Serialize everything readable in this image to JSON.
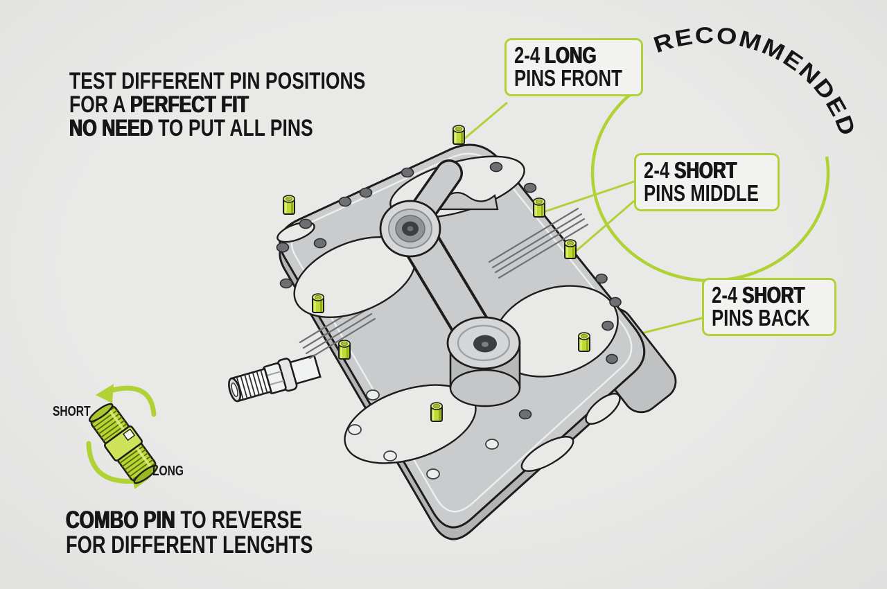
{
  "colors": {
    "background": "#e9e9e8",
    "accent": "#b0d235",
    "text": "#161616",
    "box-bg": "#f2f2f0",
    "outline": "#1d1d1b",
    "pin-body": "#bfda35",
    "pin-top": "#e0ee82",
    "pedal-top": "#c9cbcd",
    "pedal-wall": "#b2b4b6"
  },
  "headline": {
    "line1": "TEST DIFFERENT PIN POSITIONS",
    "line2_regular": "FOR A",
    "line2_heavy": "PERFECT FIT",
    "line3_heavy": "NO NEED",
    "line3_regular": "TO PUT ALL PINS"
  },
  "labels": {
    "front": {
      "num": "2-4",
      "key": "LONG",
      "line2": "PINS FRONT"
    },
    "middle": {
      "num": "2-4",
      "key": "SHORT",
      "line2": "PINS MIDDLE"
    },
    "back": {
      "num": "2-4",
      "key": "SHORT",
      "line2": "PINS BACK"
    }
  },
  "recommended": "RECOMMENDED",
  "combo_pin": {
    "short_label": "SHORT",
    "long_label": "LONG",
    "caption_heavy": "COMBO PIN",
    "caption_rest": "TO REVERSE",
    "caption_line2": "FOR DIFFERENT LENGHTS"
  }
}
